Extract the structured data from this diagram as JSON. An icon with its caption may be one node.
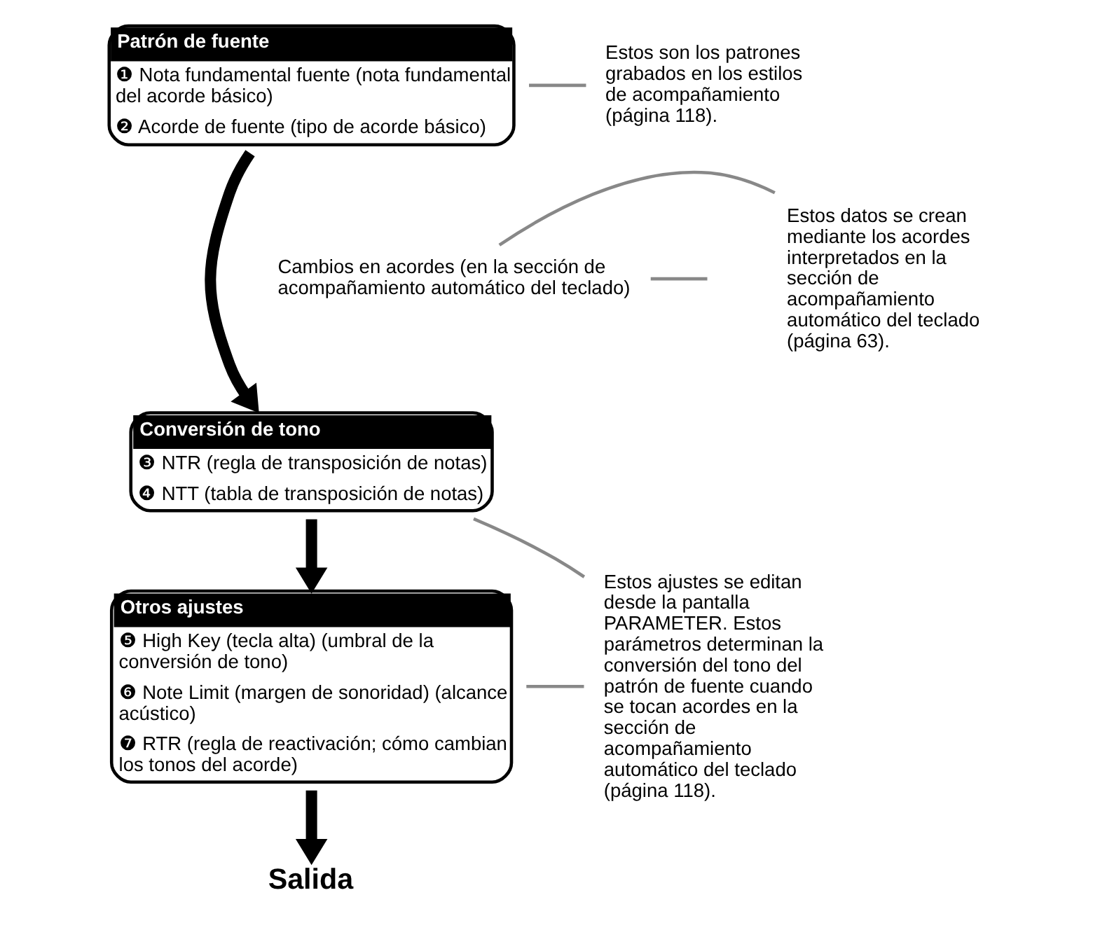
{
  "diagram": {
    "nodes": [
      {
        "text": [
          "Patrón de fuente",
          "❶ Nota fundamental fuente (nota fundamental del acorde básico)",
          "❷ Acorde de fuente (tipo de acorde básico)"
        ]
      },
      {
        "text": [
          "Conversión de tono",
          "❸ NTR (regla de transposición de notas)",
          "❹ NTT (tabla de transposición de notas)"
        ]
      },
      {
        "text": [
          "Otros ajustes",
          "❺ High Key (tecla alta) (umbral de la conversión de tono)",
          "❻ Note Limit (margen de sonoridad) (alcance acústico)",
          "❼ RTR (regla de reactivación; cómo cambian los tonos del acorde)"
        ]
      },
      {
        "text": [
          "Salida"
        ]
      },
      {
        "text": [
          "Cambios en acordes (en la sección de acompañamiento automático del teclado)"
        ]
      },
      {
        "text": [
          "Estos son los patrones grabados en los estilos de acompañamiento (página 118)."
        ]
      },
      {
        "text": [
          "Estos datos se crean mediante los acordes interpretados en la sección de acompañamiento automático del teclado (página 63)."
        ]
      },
      {
        "text": [
          "Estos ajustes se editan desde la pantalla PARAMETER. Estos parámetros determinan la conversión del tono del patrón de fuente cuando se tocan acordes en la sección de acompañamiento automático del teclado (página 118)."
        ]
      }
    ],
    "edges": [
      {
        "from": 0,
        "to": 1,
        "arrow": "to",
        "style": "thick",
        "color": "#000000"
      },
      {
        "from": 1,
        "to": 2,
        "arrow": "to",
        "style": "thick",
        "color": "#000000"
      },
      {
        "from": 2,
        "to": 3,
        "arrow": "to",
        "style": "thick",
        "color": "#000000"
      },
      {
        "from": 4,
        "to": null,
        "arrow": "none"
      },
      {
        "from": 5,
        "to": 0,
        "arrow": "none"
      },
      {
        "from": 6,
        "to": 4,
        "arrow": "none"
      },
      {
        "from": 7,
        "to": 1,
        "arrow": "none"
      },
      {
        "from": 7,
        "to": 2,
        "arrow": "none"
      }
    ]
  }
}
